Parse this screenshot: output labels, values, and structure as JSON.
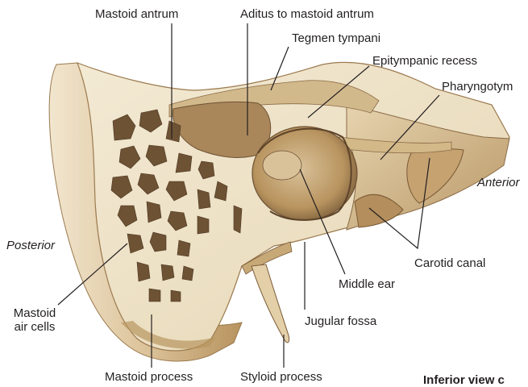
{
  "diagram": {
    "labels": {
      "mastoid_antrum": "Mastoid antrum",
      "aditus": "Aditus to mastoid antrum",
      "tegmen": "Tegmen tympani",
      "epitympanic": "Epitympanic recess",
      "pharyngotympanic": "Pharyngotym",
      "anterior": "Anterior",
      "posterior": "Posterior",
      "carotid": "Carotid canal",
      "middle_ear": "Middle ear",
      "mastoid_air_cells_1": "Mastoid",
      "mastoid_air_cells_2": "air cells",
      "jugular": "Jugular fossa",
      "mastoid_process": "Mastoid process",
      "styloid": "Styloid process",
      "inferior_view": "Inferior view c"
    },
    "colors": {
      "bone": "#e9dcc0",
      "bone_shade": "#c8a97e",
      "bone_dark": "#8a6a45",
      "cell": "#6e5234",
      "leader": "#231f20"
    }
  }
}
